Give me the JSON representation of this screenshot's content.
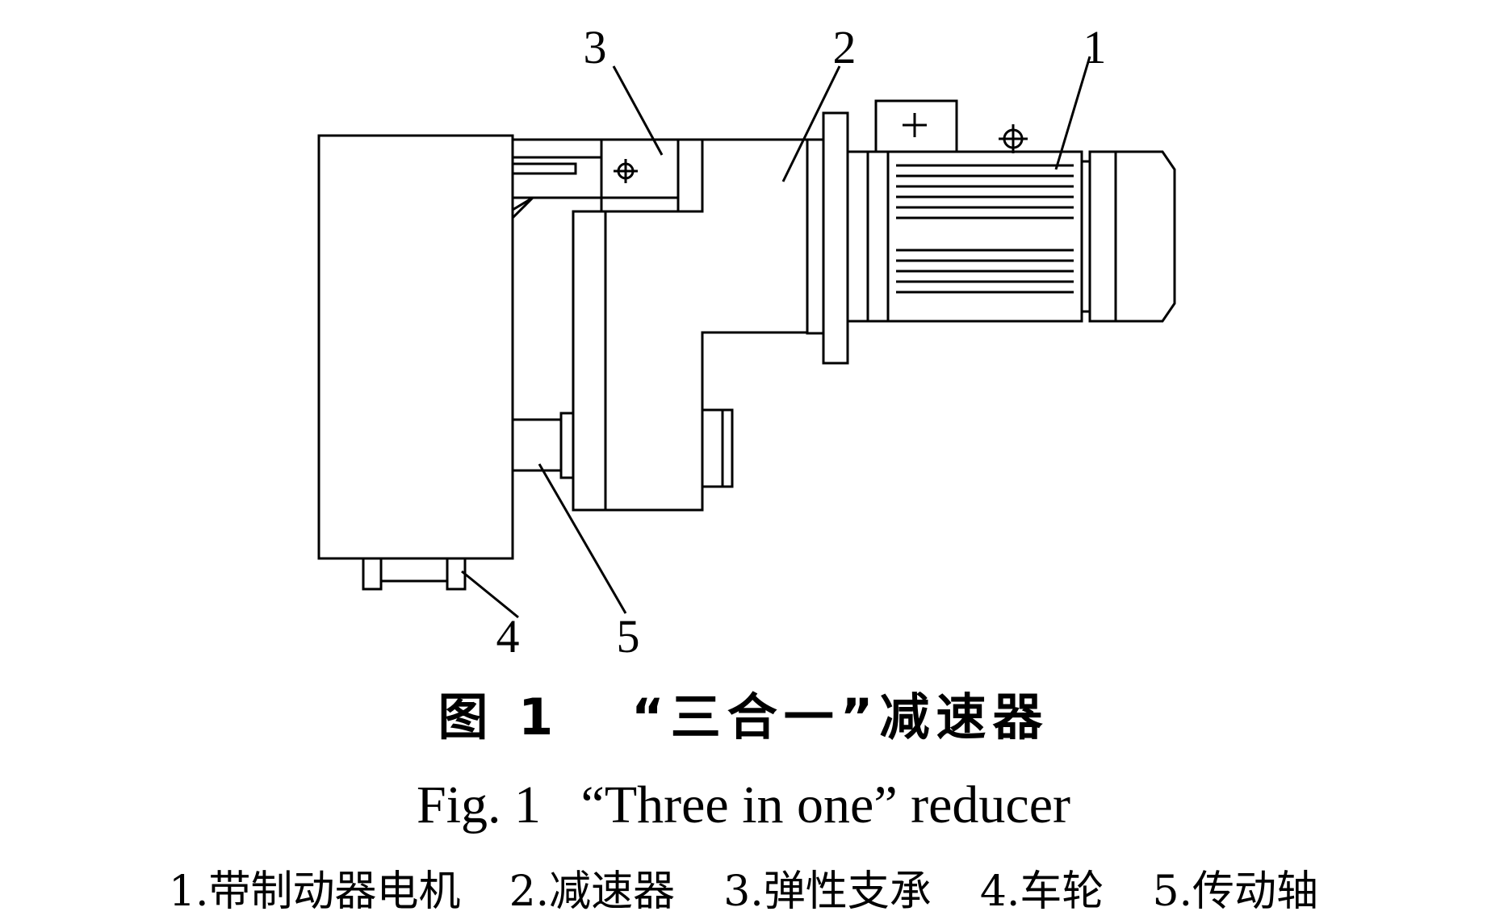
{
  "diagram": {
    "part_numbers": [
      "1",
      "2",
      "3",
      "4",
      "5"
    ]
  },
  "caption": {
    "cn_prefix": "图 1",
    "cn_title": "“三合一”减速器",
    "en": "Fig. 1   “Three in one” reducer"
  },
  "legend": [
    "1.带制动器电机",
    "2.减速器",
    "3.弹性支承",
    "4.车轮",
    "5.传动轴"
  ]
}
